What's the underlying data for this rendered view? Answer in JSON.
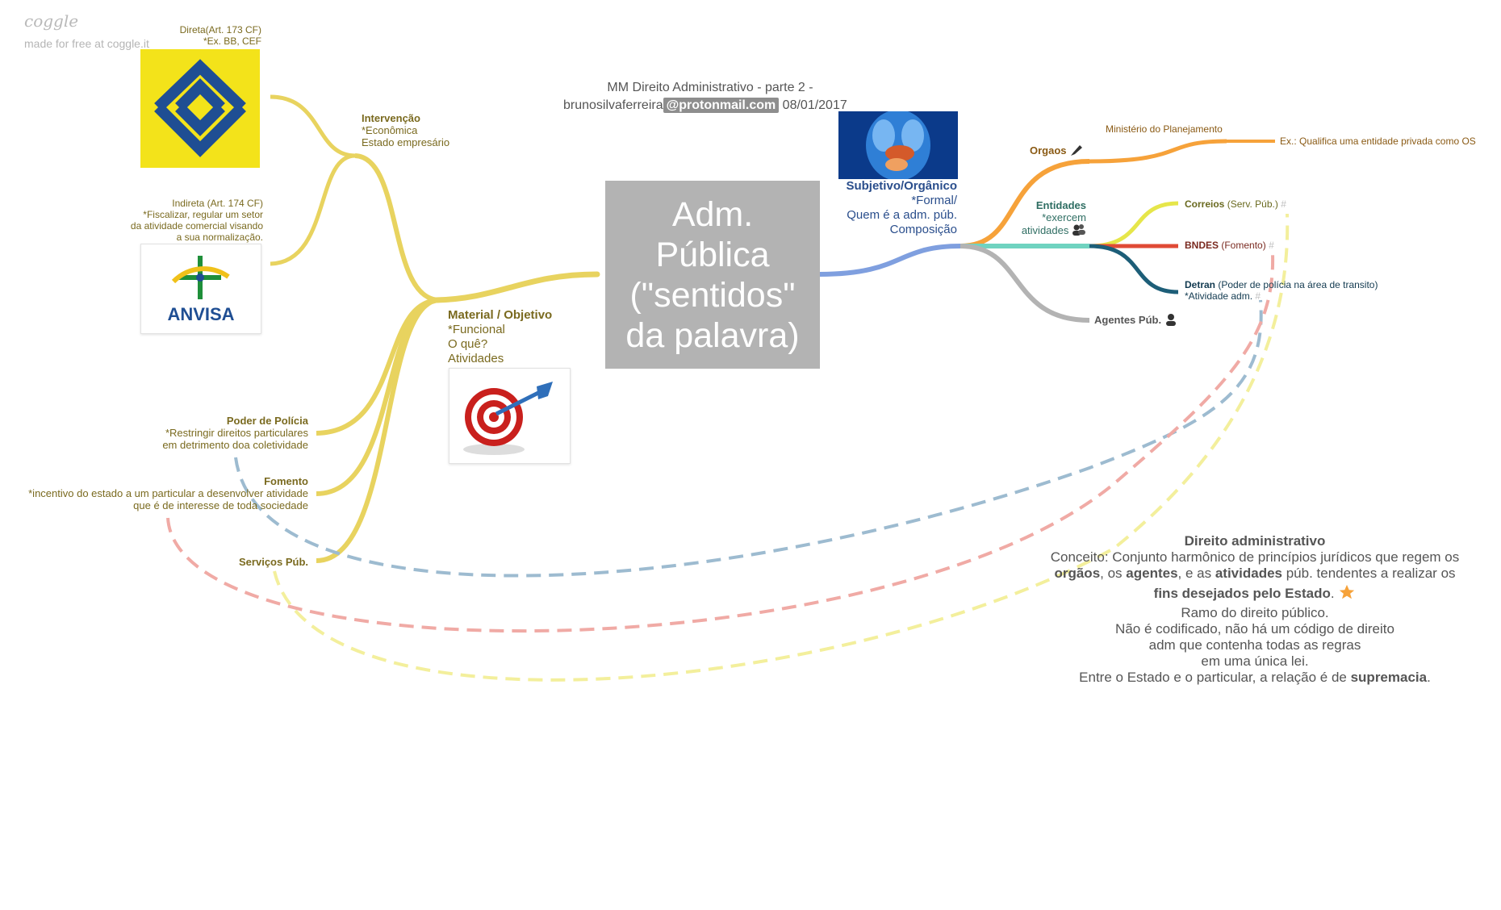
{
  "watermark": {
    "brand": "coggle",
    "made_for": "made for free at coggle.it"
  },
  "title": {
    "line1": "MM Direito Administrativo - parte 2 -",
    "author": "brunosilvaferreira",
    "email": "@protonmail.com",
    "date": "08/01/2017"
  },
  "central": {
    "text": "Adm. Pública (\"sentidos\" da palavra)"
  },
  "left": {
    "material": {
      "title": "Material / Objetivo",
      "line1": "*Funcional",
      "line2": "O quê?",
      "line3": "Atividades",
      "image_icon": "dart-target-icon"
    },
    "intervencao": {
      "title": "Intervenção",
      "line1": "*Econômica",
      "line2": "Estado empresário"
    },
    "direta": {
      "line1": "Direta(Art. 173 CF)",
      "line2": "*Ex. BB, CEF",
      "image_icon": "banco-do-brasil-logo"
    },
    "indireta": {
      "line1": "Indireta (Art. 174 CF)",
      "line2": "*Fiscalizar, regular um setor",
      "line3": "da atividade comercial visando",
      "line4": "a sua normalização.",
      "logo_text": "ANVISA"
    },
    "poder_policia": {
      "title": "Poder de Polícia",
      "line1": "*Restringir direitos particulares",
      "line2": "em detrimento doa coletividade"
    },
    "fomento": {
      "title": "Fomento",
      "line1": "*incentivo do estado a um particular a desenvolver atividade",
      "line2": "que é de interesse de toda sociedade"
    },
    "servicos": {
      "title": "Serviços Púb."
    }
  },
  "right": {
    "subjetivo": {
      "title": "Subjetivo/Orgânico",
      "line1": "*Formal/",
      "line2": "Quem é a adm. púb.",
      "line3": "Composição",
      "image_icon": "human-organs-icon"
    },
    "orgaos": {
      "title": "Orgaos",
      "icon": "pen-icon"
    },
    "ministerio": {
      "text": "Ministério do Planejamento"
    },
    "qualifica": {
      "text": "Ex.: Qualifica uma entidade privada como OS"
    },
    "entidades": {
      "title": "Entidades",
      "line1": "*exercem",
      "line2": "atividades",
      "icon": "people-icon"
    },
    "correios": {
      "name": "Correios",
      "detail": "(Serv. Púb.)"
    },
    "bndes": {
      "name": "BNDES",
      "detail": "(Fomento)"
    },
    "detran": {
      "name": "Detran",
      "detail": "(Poder de polícia na área de transito)",
      "line2": "*Atividade adm."
    },
    "agentes": {
      "title": "Agentes Púb.",
      "icon": "person-icon"
    },
    "hash": "#"
  },
  "definition": {
    "title": "Direito administrativo",
    "l1": "Conceito: Conjunto harmônico de princípios jurídicos que regem os",
    "l2_a": "orgãos",
    "l2_b": ", os ",
    "l2_c": "agentes",
    "l2_d": ", e as ",
    "l2_e": "atividades",
    "l2_f": " púb. tendentes a realizar os",
    "l3_a": "fins desejados pelo Estado",
    "l3_b": ".",
    "l4": "Ramo do direito público.",
    "l5": "Não é codificado, não há um código de direito",
    "l6": "adm que contenha todas as regras",
    "l7": "em uma única lei.",
    "l8_a": "Entre o Estado e o particular, a relação é de ",
    "l8_b": "supremacia",
    "l8_c": ".",
    "star_icon": "star-icon"
  },
  "colors": {
    "branch_left": "#e8d35f",
    "branch_right": "#7f9fdf",
    "orgaos": "#f6a23a",
    "entidades": "#6fd3c0",
    "agentes": "#b3b3b3",
    "correios": "#e6e64a",
    "bndes": "#e04a35",
    "detran": "#1d5e78",
    "dash_blue": "#9dbbd0",
    "dash_pink": "#f0aaa5",
    "dash_yellow": "#f3ef9c",
    "central_bg": "#b3b3b3"
  }
}
